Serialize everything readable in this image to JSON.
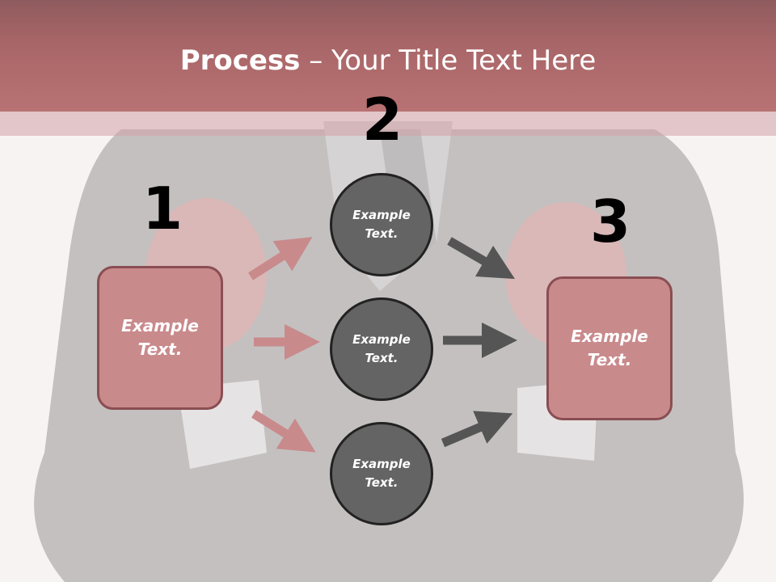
{
  "title": {
    "bold": "Process",
    "rest": " – Your Title Text Here"
  },
  "numbers": [
    "1",
    "2",
    "3"
  ],
  "left_box": {
    "label": "Example\nText."
  },
  "right_box": {
    "label": "Example\nText."
  },
  "circles": [
    {
      "label": "Example\nText."
    },
    {
      "label": "Example\nText."
    },
    {
      "label": "Example\nText."
    }
  ],
  "colors": {
    "header": "#b06d6f",
    "box_fill": "#c98a8c",
    "circle_fill": "#646464",
    "pink_arrow": "#c98a8c",
    "dark_arrow": "#555555"
  }
}
